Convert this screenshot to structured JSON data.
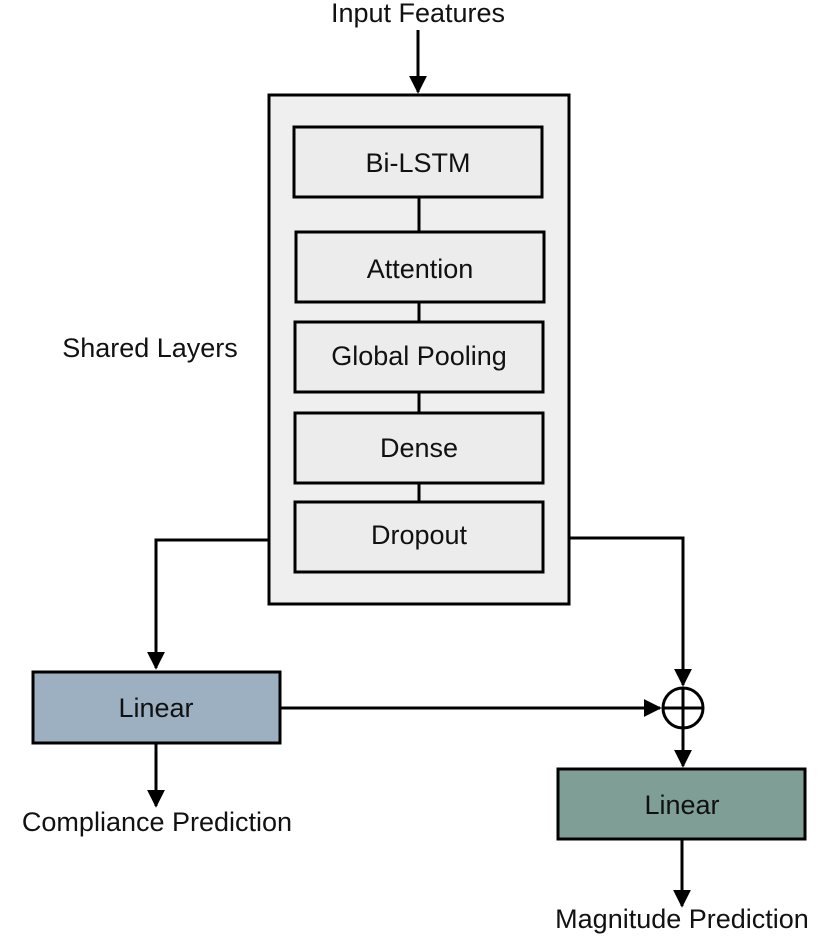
{
  "input_label": "Input Features",
  "shared_label": "Shared Layers",
  "layers": [
    "Bi-LSTM",
    "Attention",
    "Global Pooling",
    "Dense",
    "Dropout"
  ],
  "compliance_linear": "Linear",
  "magnitude_linear": "Linear",
  "compliance_output": "Compliance Prediction",
  "magnitude_output": "Magnitude Prediction",
  "colors": {
    "shared_container": "#efefef",
    "layer_box": "#ececec",
    "compliance_linear": "#9cb0c2",
    "magnitude_linear": "#7f9f96",
    "stroke": "#000000"
  }
}
